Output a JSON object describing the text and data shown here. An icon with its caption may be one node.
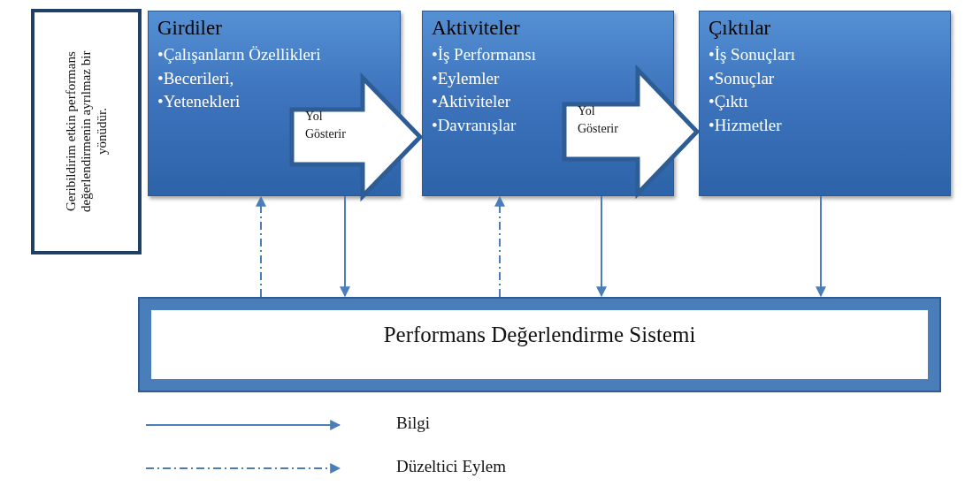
{
  "diagram": {
    "nodes": [
      {
        "text": [
          "Geribildirim etkin performans değerlendirmenin ayrılmaz bir yönüdür."
        ]
      },
      {
        "text": [
          "Girdiler",
          "•Çalışanların Özellikleri",
          "•Becerileri,",
          "•Yetenekleri"
        ]
      },
      {
        "text": [
          "Aktiviteler",
          "•İş Performansı",
          "•Eylemler",
          "•Aktiviteler",
          "•Davranışlar"
        ]
      },
      {
        "text": [
          "Çıktılar",
          "•İş Sonuçları",
          "•Sonuçlar",
          "•Çıktı",
          "•Hizmetler"
        ]
      },
      {
        "text": [
          "Performans Değerlendirme Sistemi"
        ]
      }
    ],
    "edges": [
      {
        "from": 1,
        "to": 2,
        "arrow": "to",
        "label": "Yol Gösterir",
        "style": "thick"
      },
      {
        "from": 2,
        "to": 3,
        "arrow": "to",
        "label": "Yol Gösterir",
        "style": "thick"
      },
      {
        "from": 4,
        "to": 1,
        "arrow": "to",
        "style": "dashed"
      },
      {
        "from": 1,
        "to": 4,
        "arrow": "to"
      },
      {
        "from": 4,
        "to": 2,
        "arrow": "to",
        "style": "dashed"
      },
      {
        "from": 2,
        "to": 4,
        "arrow": "to"
      },
      {
        "from": 3,
        "to": 4,
        "arrow": "to"
      }
    ],
    "legend": [
      {
        "text": "Bilgi"
      },
      {
        "text": "Düzeltici Eylem"
      }
    ]
  }
}
